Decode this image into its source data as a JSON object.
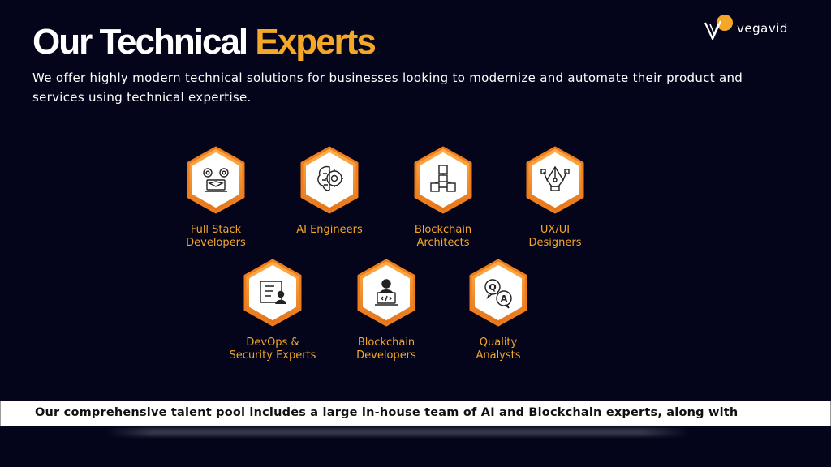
{
  "header": {
    "title_part1": "Our Technical",
    "title_part2": "Experts",
    "subtitle": "We offer highly modern technical solutions for businesses looking to modernize and automate their product and services using technical expertise."
  },
  "logo": {
    "text": "vegavid",
    "accent_color": "#f4a728"
  },
  "experts_row1": [
    {
      "label": "Full Stack\nDevelopers",
      "icon": "gear-laptop-icon"
    },
    {
      "label": "AI Engineers",
      "icon": "brain-gear-icon"
    },
    {
      "label": "Blockchain\nArchitects",
      "icon": "blocks-network-icon"
    },
    {
      "label": "UX/UI\nDesigners",
      "icon": "pen-tool-icon"
    }
  ],
  "experts_row2": [
    {
      "label": "DevOps &\nSecurity Experts",
      "icon": "board-user-icon"
    },
    {
      "label": "Blockchain\nDevelopers",
      "icon": "developer-laptop-icon"
    },
    {
      "label": "Quality\nAnalysts",
      "icon": "qa-bubbles-icon"
    }
  ],
  "footer": {
    "text": "Our comprehensive talent pool includes a large in-house team of AI and Blockchain experts, along with"
  },
  "colors": {
    "background": "#04041a",
    "accent": "#f4a728",
    "text": "#ffffff"
  }
}
